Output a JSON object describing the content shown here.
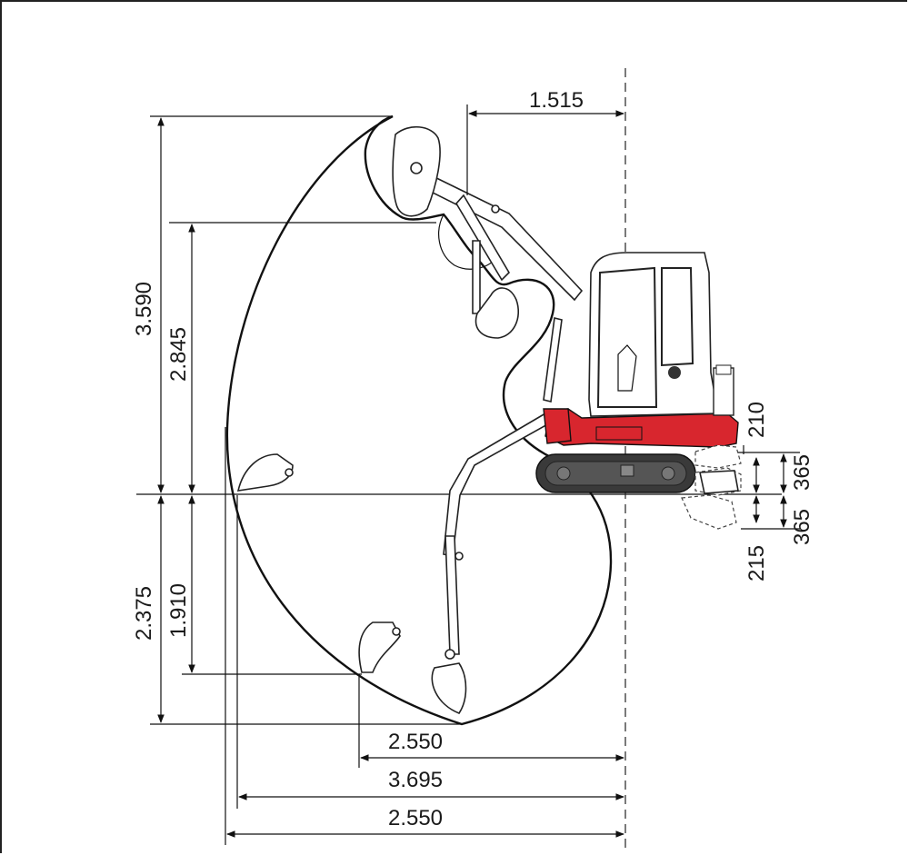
{
  "diagram": {
    "dimensions": {
      "reach_offset_top": "1.515",
      "max_dig_height": "3.590",
      "max_dump_height": "2.845",
      "max_dig_depth": "2.375",
      "vertical_wall_depth": "1.910",
      "reach_at_depth": "2.550",
      "reach_ground": "3.695",
      "max_reach": "2.550",
      "blade_up": "210",
      "blade_lift": "365",
      "blade_depth": "365",
      "blade_down": "215"
    },
    "colors": {
      "accent": "#d8262e",
      "undercarriage": "#3a3a3a",
      "lines": "#111111"
    }
  }
}
